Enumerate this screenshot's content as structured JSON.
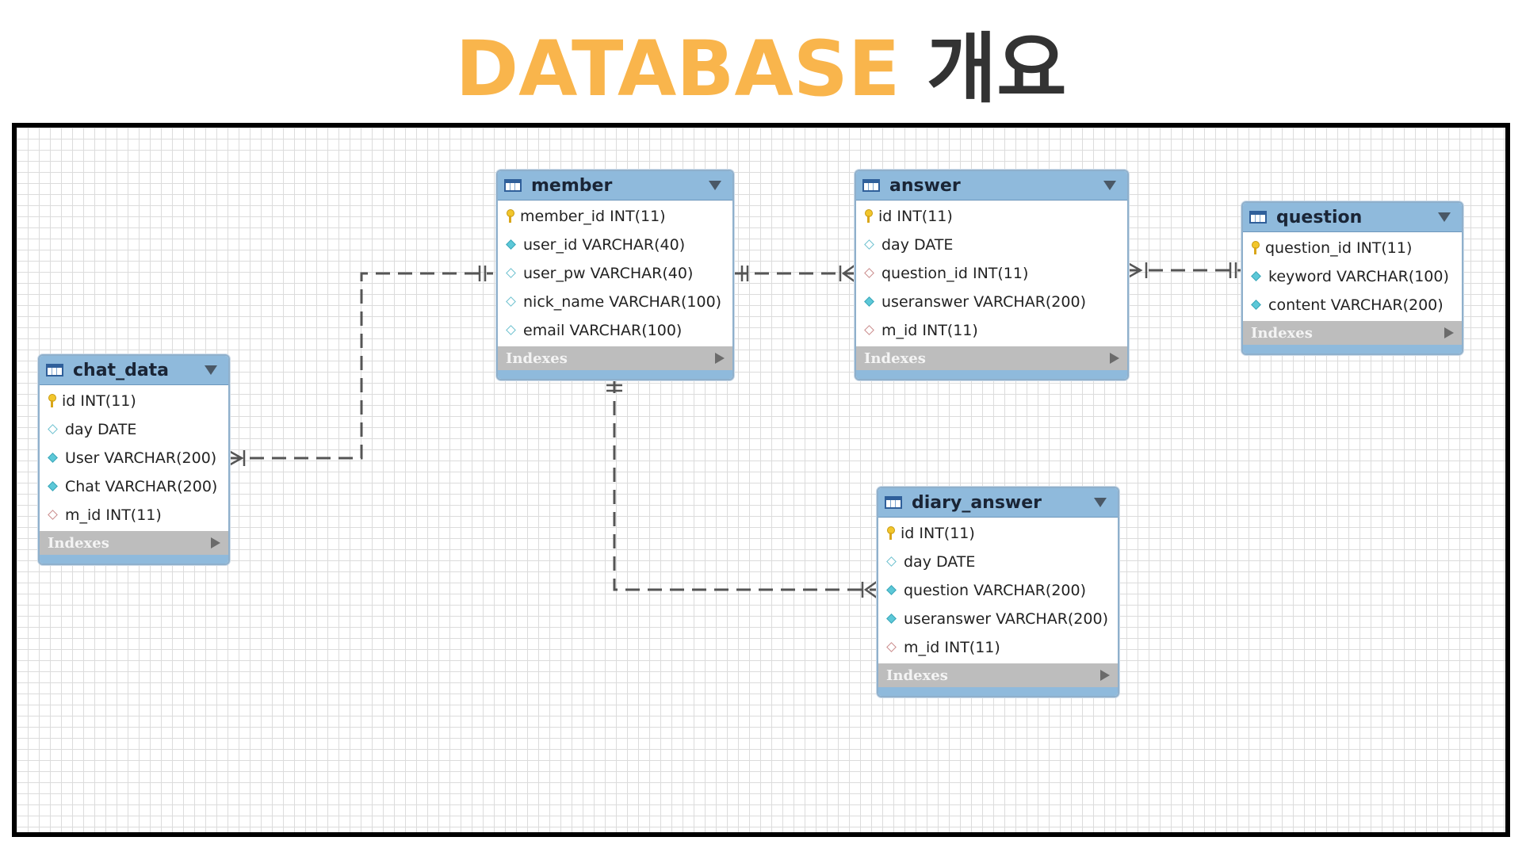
{
  "page": {
    "title_accent": "DATABASE",
    "title_rest": "개요",
    "accent_color": "#f9b54c",
    "title_color": "#333333"
  },
  "diagram": {
    "header_color": "#8fbadc",
    "indexes_label": "Indexes",
    "tables": {
      "member": {
        "name": "member",
        "columns": [
          {
            "icon": "primary-key-icon",
            "text": "member_id INT(11)"
          },
          {
            "icon": "filled-diamond-icon",
            "text": "user_id VARCHAR(40)"
          },
          {
            "icon": "open-diamond-icon",
            "text": "user_pw VARCHAR(40)"
          },
          {
            "icon": "open-diamond-icon",
            "text": "nick_name VARCHAR(100)"
          },
          {
            "icon": "open-diamond-icon",
            "text": "email VARCHAR(100)"
          }
        ]
      },
      "answer": {
        "name": "answer",
        "columns": [
          {
            "icon": "primary-key-icon",
            "text": "id INT(11)"
          },
          {
            "icon": "open-diamond-icon",
            "text": "day DATE"
          },
          {
            "icon": "foreign-key-diamond-icon",
            "text": "question_id INT(11)"
          },
          {
            "icon": "filled-diamond-icon",
            "text": "useranswer VARCHAR(200)"
          },
          {
            "icon": "foreign-key-diamond-icon",
            "text": "m_id INT(11)"
          }
        ]
      },
      "question": {
        "name": "question",
        "columns": [
          {
            "icon": "primary-key-icon",
            "text": "question_id INT(11)"
          },
          {
            "icon": "filled-diamond-icon",
            "text": "keyword VARCHAR(100)"
          },
          {
            "icon": "filled-diamond-icon",
            "text": "content VARCHAR(200)"
          }
        ]
      },
      "chat_data": {
        "name": "chat_data",
        "columns": [
          {
            "icon": "primary-key-icon",
            "text": "id INT(11)"
          },
          {
            "icon": "open-diamond-icon",
            "text": "day DATE"
          },
          {
            "icon": "filled-diamond-icon",
            "text": "User VARCHAR(200)"
          },
          {
            "icon": "filled-diamond-icon",
            "text": "Chat VARCHAR(200)"
          },
          {
            "icon": "foreign-key-diamond-icon",
            "text": "m_id INT(11)"
          }
        ]
      },
      "diary_answer": {
        "name": "diary_answer",
        "columns": [
          {
            "icon": "primary-key-icon",
            "text": "id INT(11)"
          },
          {
            "icon": "open-diamond-icon",
            "text": "day DATE"
          },
          {
            "icon": "filled-diamond-icon",
            "text": "question VARCHAR(200)"
          },
          {
            "icon": "filled-diamond-icon",
            "text": "useranswer VARCHAR(200)"
          },
          {
            "icon": "foreign-key-diamond-icon",
            "text": "m_id INT(11)"
          }
        ]
      }
    },
    "relationships": [
      {
        "from": "member",
        "to": "chat_data",
        "cardinality": "one-to-many"
      },
      {
        "from": "member",
        "to": "answer",
        "cardinality": "one-to-many"
      },
      {
        "from": "question",
        "to": "answer",
        "cardinality": "one-to-many"
      },
      {
        "from": "member",
        "to": "diary_answer",
        "cardinality": "one-to-many"
      }
    ]
  }
}
